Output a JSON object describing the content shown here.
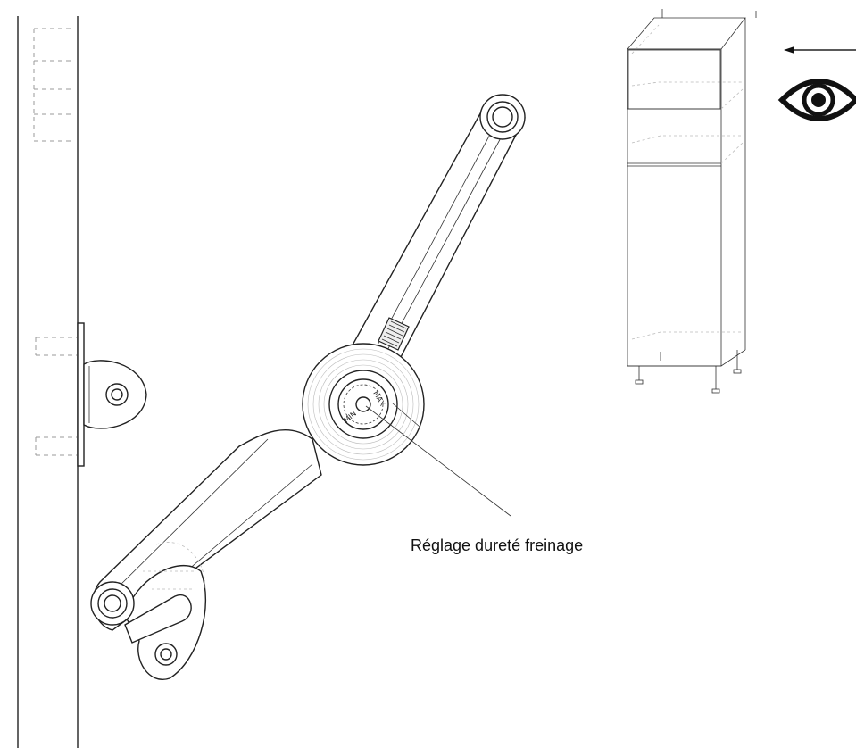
{
  "callout": {
    "label": "Réglage dureté freinage"
  },
  "dial": {
    "marks": [
      "MIN",
      "MAX"
    ]
  },
  "icons": {
    "view_direction": "arrow-left-icon",
    "viewer": "eye-icon"
  },
  "colors": {
    "line": "#222222",
    "hidden_line": "#999999",
    "background": "#ffffff"
  }
}
